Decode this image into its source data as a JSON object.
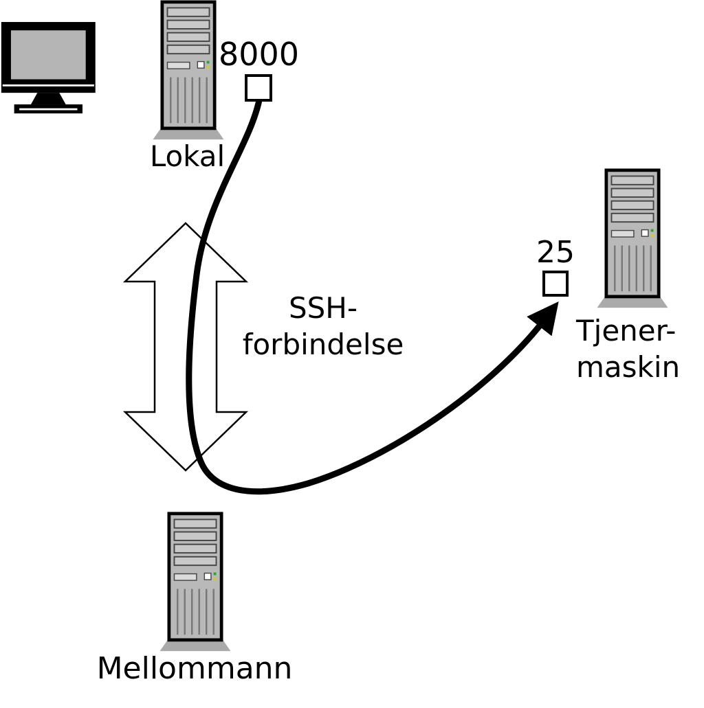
{
  "diagram": {
    "local": {
      "label": "Lokal",
      "port": "8000"
    },
    "server": {
      "label_line1": "Tjener-",
      "label_line2": "maskin",
      "port": "25"
    },
    "middleman": {
      "label": "Mellommann"
    },
    "ssh": {
      "label_line1": "SSH-",
      "label_line2": "forbindelse"
    },
    "colors": {
      "line": "#000000",
      "tower_body": "#b9b9b9",
      "tower_base": "#aaaaaa",
      "screen": "#b5b5b5"
    }
  }
}
